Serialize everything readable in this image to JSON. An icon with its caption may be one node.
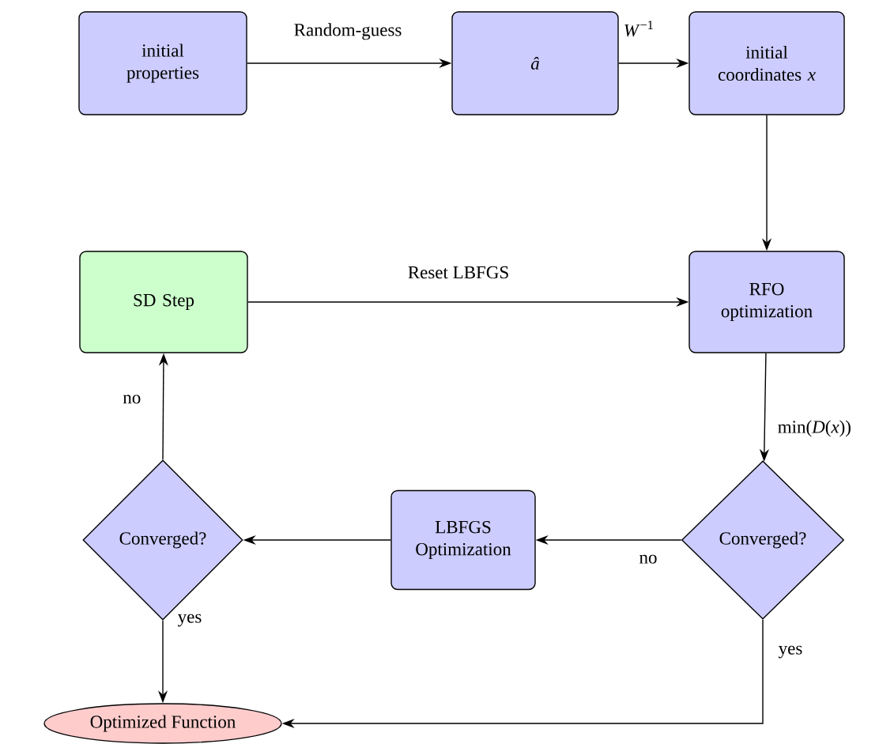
{
  "diagram": {
    "nodes": [
      {
        "text": [
          "initial properties"
        ]
      },
      {
        "text": [
          "*â*"
        ]
      },
      {
        "text": [
          "initial coordinates *x*"
        ]
      },
      {
        "text": [
          "SD Step"
        ]
      },
      {
        "text": [
          "RFO optimization"
        ]
      },
      {
        "text": [
          "Converged?"
        ]
      },
      {
        "text": [
          "LBFGS Optimization"
        ]
      },
      {
        "text": [
          "Converged?"
        ]
      },
      {
        "text": [
          "Optimized Function"
        ]
      }
    ],
    "edges": [
      {
        "from": 0,
        "to": 1,
        "arrow": "to",
        "label": "Random-guess"
      },
      {
        "from": 1,
        "to": 2,
        "arrow": "to",
        "label": "*W*$^{−1}$"
      },
      {
        "from": 2,
        "to": 4,
        "arrow": "to"
      },
      {
        "from": 3,
        "to": 4,
        "arrow": "to",
        "label": "Reset LBFGS"
      },
      {
        "from": 4,
        "to": 5,
        "arrow": "to",
        "label": "min(*D*(*x*))"
      },
      {
        "from": 5,
        "to": 6,
        "arrow": "to",
        "label": "no"
      },
      {
        "from": 6,
        "to": 7,
        "arrow": "to"
      },
      {
        "from": 7,
        "to": 3,
        "arrow": "to",
        "label": "no"
      },
      {
        "from": 7,
        "to": 8,
        "arrow": "to",
        "label": "yes"
      },
      {
        "from": 5,
        "to": 8,
        "arrow": "to",
        "label": "yes"
      }
    ]
  }
}
